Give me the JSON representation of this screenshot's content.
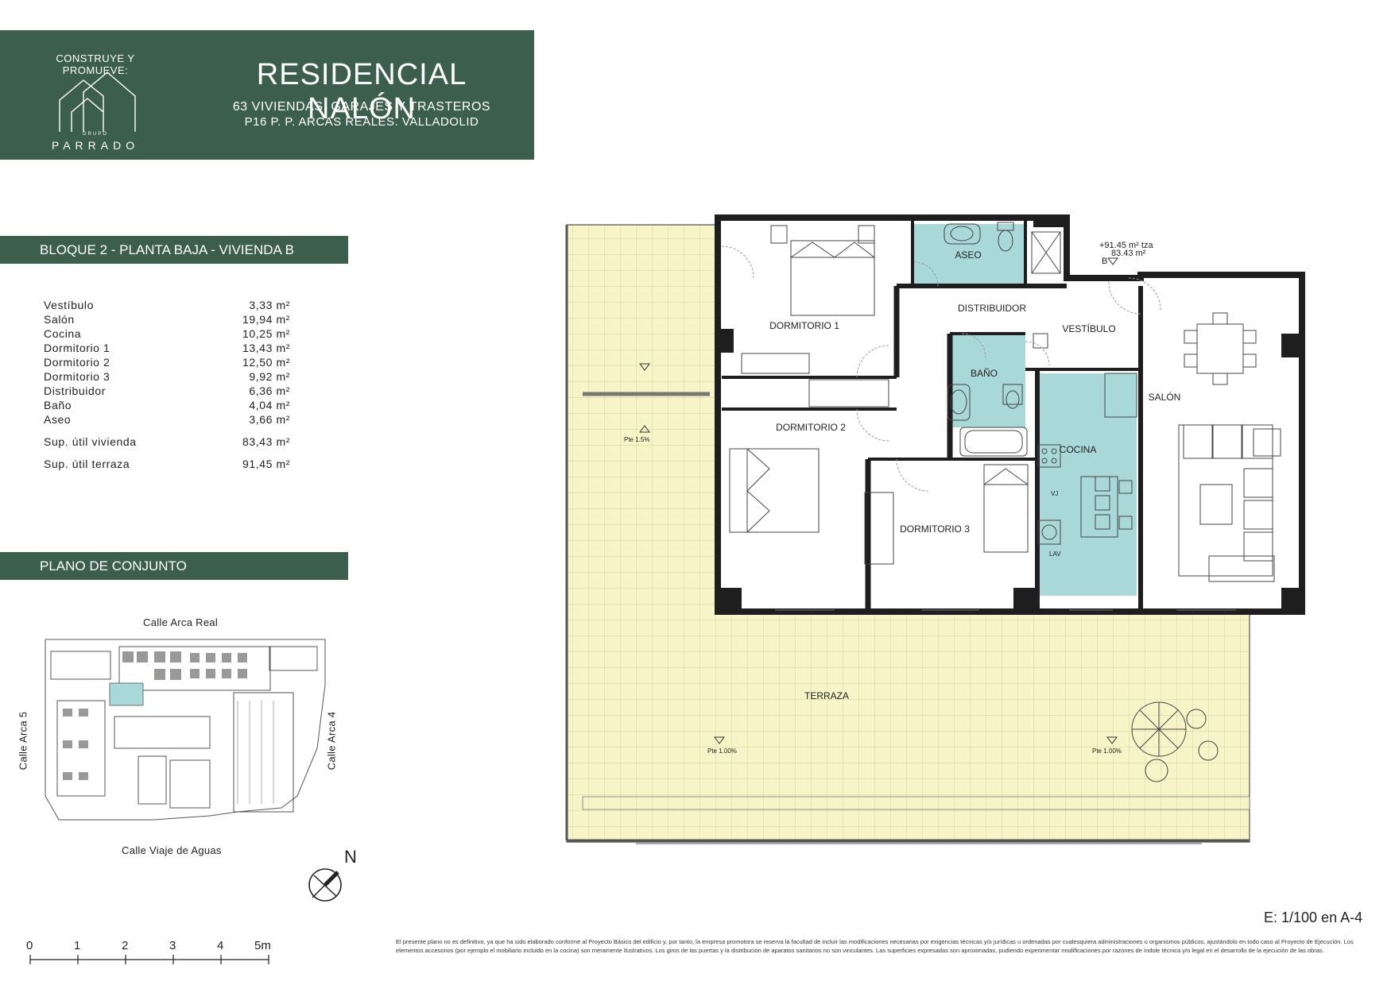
{
  "header": {
    "builder_label": "CONSTRUYE Y PROMUEVE:",
    "logo_group": "GRUPO",
    "logo_name": "PARRADO",
    "title": "RESIDENCIAL NALÓN",
    "subtitle1": "63 VIVIENDAS, GARAJES Y TRASTEROS",
    "subtitle2": "P16 P. P. ARCAS REALES. VALLADOLID"
  },
  "unit_bar": "BLOQUE 2 - PLANTA BAJA  - VIVIENDA  B",
  "areas": [
    {
      "name": "Vestíbulo",
      "value": "3,33 m²"
    },
    {
      "name": "Salón",
      "value": "19,94 m²"
    },
    {
      "name": "Cocina",
      "value": "10,25 m²"
    },
    {
      "name": "Dormitorio 1",
      "value": "13,43 m²"
    },
    {
      "name": "Dormitorio 2",
      "value": "12,50 m²"
    },
    {
      "name": "Dormitorio 3",
      "value": "9,92 m²"
    },
    {
      "name": "Distribuidor",
      "value": "6,36 m²"
    },
    {
      "name": "Baño",
      "value": "4,04 m²"
    },
    {
      "name": "Aseo",
      "value": "3,66 m²"
    }
  ],
  "totals": [
    {
      "name": "Sup. útil vivienda",
      "value": "83,43 m²"
    },
    {
      "name": "Sup. útil terraza",
      "value": "91,45 m²"
    }
  ],
  "site_bar": "PLANO DE CONJUNTO",
  "streets": {
    "top": "Calle Arca Real",
    "bottom": "Calle Viaje de Aguas",
    "left": "Calle Arca 5",
    "right": "Calle Arca 4"
  },
  "north": "N",
  "scale_labels": [
    "0",
    "1",
    "2",
    "3",
    "4",
    "5m"
  ],
  "scale_text": "E: 1/100 en A-4",
  "plan": {
    "rooms": {
      "aseo": "ASEO",
      "dormitorio1": "DORMITORIO 1",
      "distribuidor": "DISTRIBUIDOR",
      "vestibulo": "VESTÍBULO",
      "bano": "BAÑO",
      "salon": "SALÓN",
      "dormitorio2": "DORMITORIO 2",
      "cocina": "COCINA",
      "dormitorio3": "DORMITORIO 3",
      "terraza": "TERRAZA"
    },
    "level1": "+91.45 m² tza",
    "level2": "83.43 m²",
    "level_b": "B",
    "slope1": "Pte 1.5%",
    "slope2": "Pte 1.00%",
    "slope3": "Pte 1.00%",
    "vj": "VJ",
    "lav": "LAV"
  },
  "disclaimer": "El presente plano no es definitivo, ya que ha sido elaborado conforme al Proyecto Básico del edificio y, por tanto, la empresa promotora se reserva la facultad de incluir las modificaciones necesarias por exigencias técnicas y/o jurídicas u ordenadas por cualesquiera administraciones u organismos públicos, ajustándolo en todo caso al Proyecto de Ejecución. Los elementos accesorios (por ejemplo el mobiliario incluido en la cocina) son meramente ilustrativos. Los giros de las puertas y la distribución de aparatos sanitarios no son vinculantes. Las superficies expresadas son aproximadas, pudiendo experimentar modificaciones por razones de índole técnica y/o legal en el desarrollo de la ejecución de las obras.",
  "colors": {
    "brand_green": "#3b5e4d",
    "terrace_fill": "#f7f4c8",
    "wet_room_fill": "#a9d8d8",
    "wall": "#1e1e1e"
  }
}
